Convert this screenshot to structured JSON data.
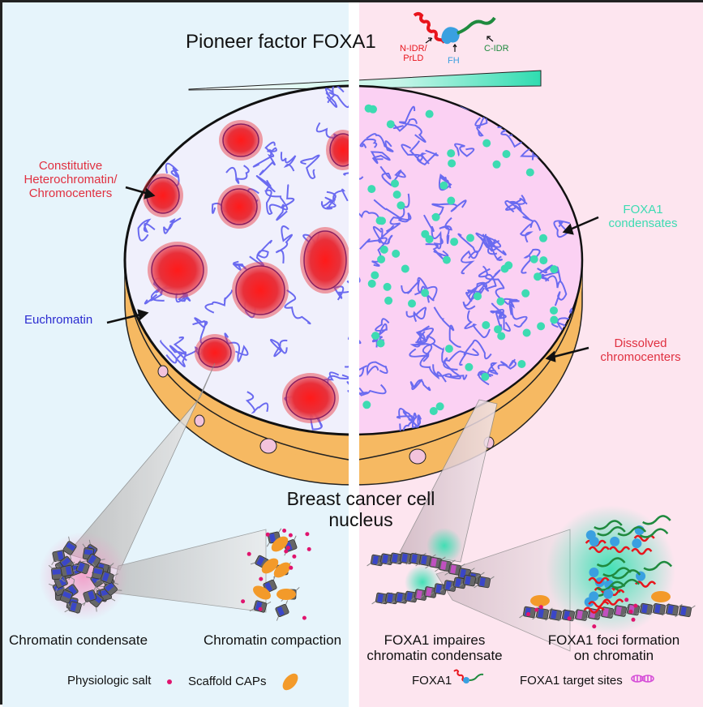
{
  "title": "Pioneer factor FOXA1",
  "protein_domains": {
    "n_idr": "N-IDR/\nPrLD",
    "fh": "FH",
    "c_idr": "C-IDR"
  },
  "left_panel": {
    "annotations": {
      "heterochromatin": [
        "Constitutive",
        "Heterochromatin/",
        "Chromocenters"
      ],
      "euchromatin": "Euchromatin"
    },
    "captions": {
      "condensate": "Chromatin condensate",
      "compaction": "Chromatin compaction"
    },
    "legend": {
      "salt": "Physiologic salt",
      "scaffold": "Scaffold CAPs"
    }
  },
  "right_panel": {
    "annotations": {
      "condensates": [
        "FOXA1",
        "condensates"
      ],
      "dissolved": [
        "Dissolved",
        "chromocenters"
      ]
    },
    "captions": {
      "impaires": [
        "FOXA1 impaires",
        "chromatin condensate"
      ],
      "foci": [
        "FOXA1 foci formation",
        "on chromatin"
      ]
    },
    "legend": {
      "foxa1": "FOXA1",
      "target_sites": "FOXA1 target sites"
    }
  },
  "nucleus_label": [
    "Breast cancer cell",
    "nucleus"
  ],
  "colors": {
    "left_bg": "#e6f4fb",
    "right_bg": "#fde5ef",
    "heterochromatin": "#e8303a",
    "euchromatin": "#2a2ad0",
    "foxa1_condensate": "#3ddbb2",
    "n_idr": "#e8141c",
    "fh": "#3aa0e0",
    "c_idr": "#1f8a3e",
    "nuclear_rim": "#f6b962",
    "chromatin_fiber": "#6a6af0",
    "salt": "#e0146e",
    "scaffold": "#f39a2a",
    "target_sites": "#d64fd8"
  }
}
